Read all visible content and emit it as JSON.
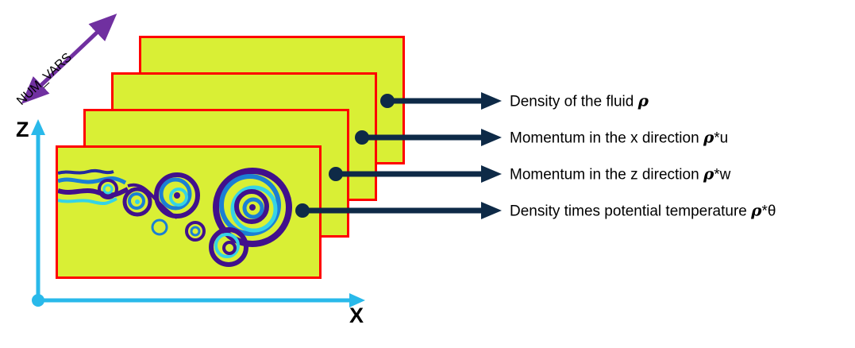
{
  "num_vars_label": "NUM_VARS",
  "axes": {
    "z_label": "Z",
    "x_label": "X"
  },
  "callouts": [
    {
      "prefix": "Density of the fluid ",
      "rho": "ρ",
      "suffix": ""
    },
    {
      "prefix": "Momentum in the x direction ",
      "rho": "ρ",
      "suffix": "*u"
    },
    {
      "prefix": "Momentum in the z direction ",
      "rho": "ρ",
      "suffix": "*w"
    },
    {
      "prefix": "Density times potential temperature ",
      "rho": "ρ",
      "suffix": "*θ"
    }
  ],
  "colors": {
    "plane_fill": "#d9ef35",
    "plane_border": "#ff0000",
    "axis": "#29b9ea",
    "callout_arrow": "#0e2a47",
    "num_vars_arrow": "#7030a0",
    "text": "#000000"
  }
}
